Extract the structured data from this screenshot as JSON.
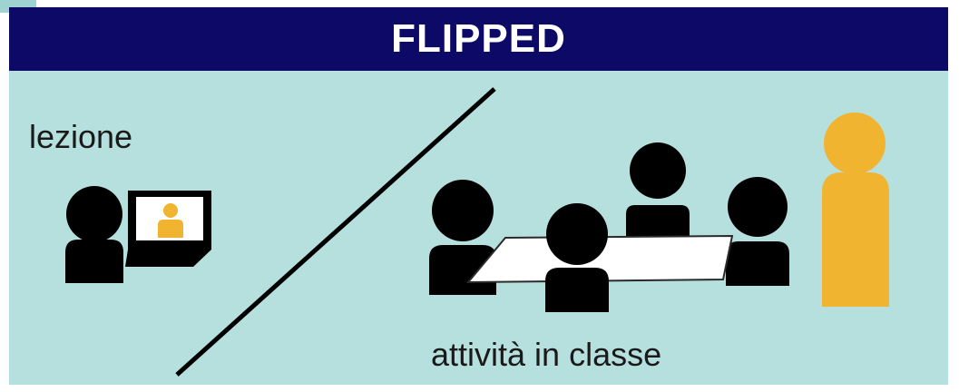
{
  "title": "FLIPPED",
  "labels": {
    "left": "lezione",
    "right": "attività in classe"
  },
  "colors": {
    "background": "#b6e0de",
    "title_bar": "#0c0a66",
    "title_text": "#ffffff",
    "person": "#000000",
    "teacher": "#f0b431",
    "table": "#ffffff",
    "divider": "#000000"
  },
  "icons": [
    "person-with-laptop-icon",
    "video-lecture-screen-icon",
    "group-at-table-icon",
    "teacher-figure-icon",
    "diagonal-divider"
  ]
}
